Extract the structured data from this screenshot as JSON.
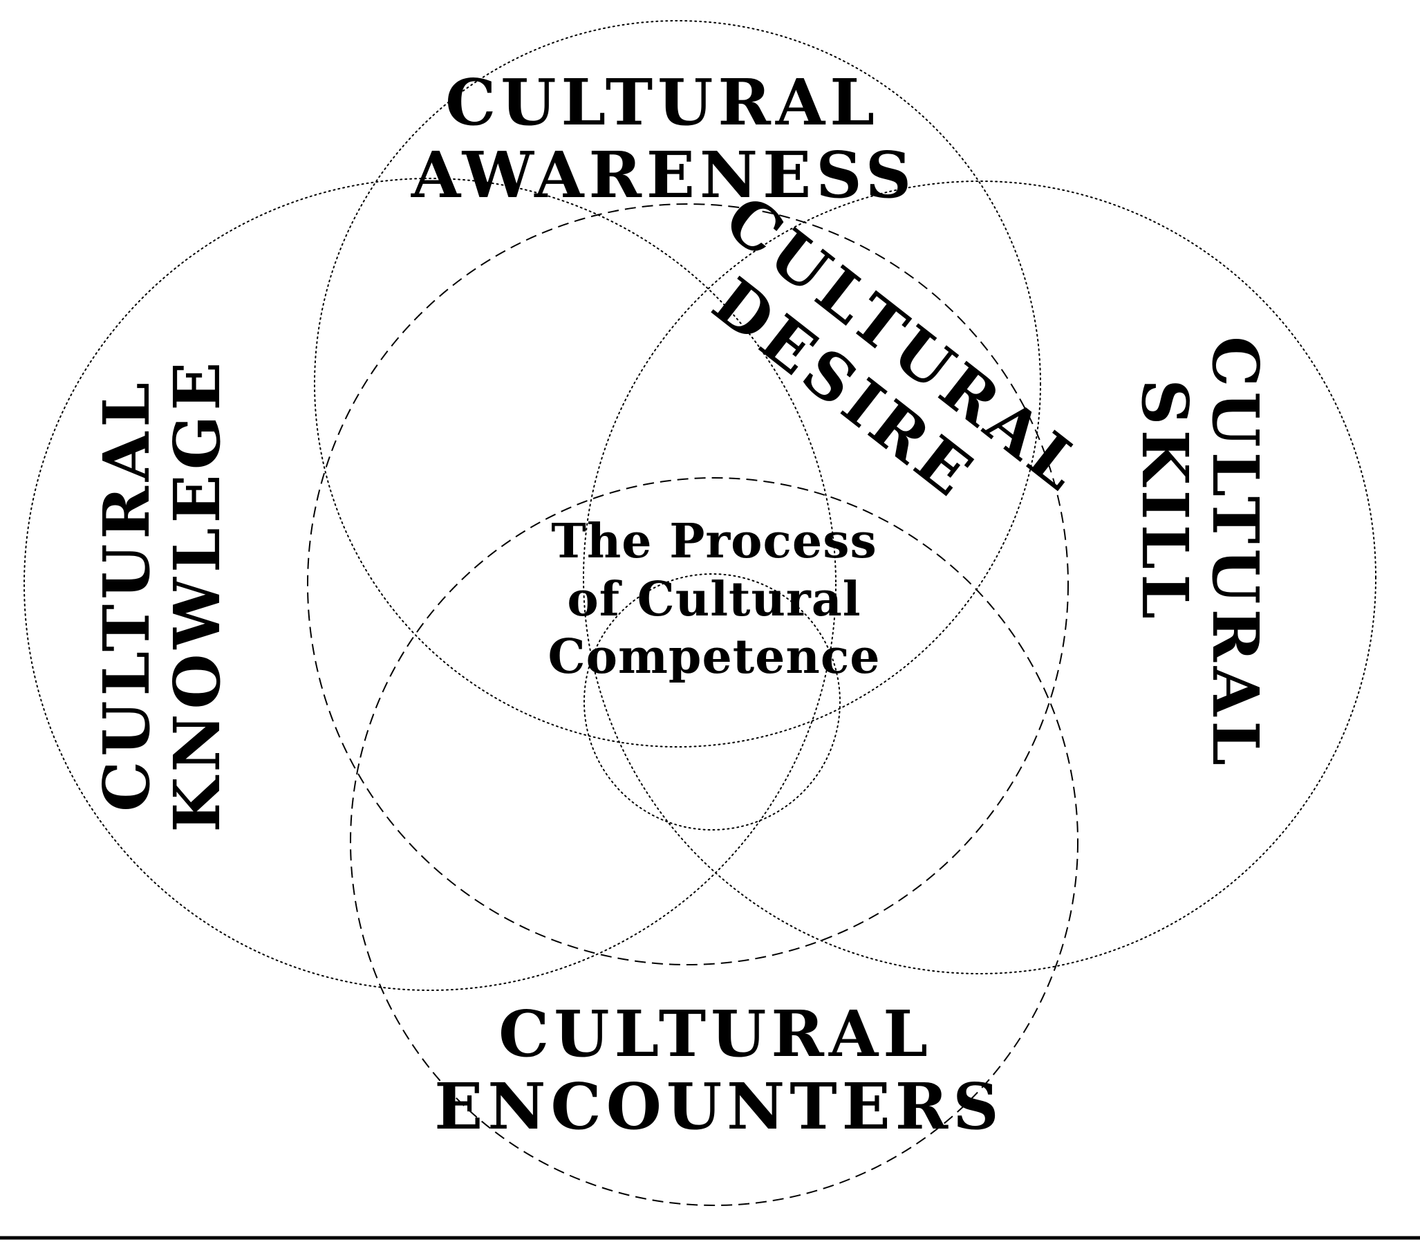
{
  "labels": {
    "awareness": {
      "line1": "CULTURAL",
      "line2": "AWARENESS"
    },
    "desire": {
      "line1": "CULTURAL",
      "line2": "DESIRE"
    },
    "knowledge": {
      "line1": "CULTURAL",
      "line2": "KNOWLEGE"
    },
    "skill": {
      "line1": "CULTURAL",
      "line2": "SKILL"
    },
    "encounters": {
      "line1": "CULTURAL",
      "line2": "ENCOUNTERS"
    },
    "center": {
      "line1": "The Process",
      "line2": "of Cultural",
      "line3": "Competence"
    }
  }
}
